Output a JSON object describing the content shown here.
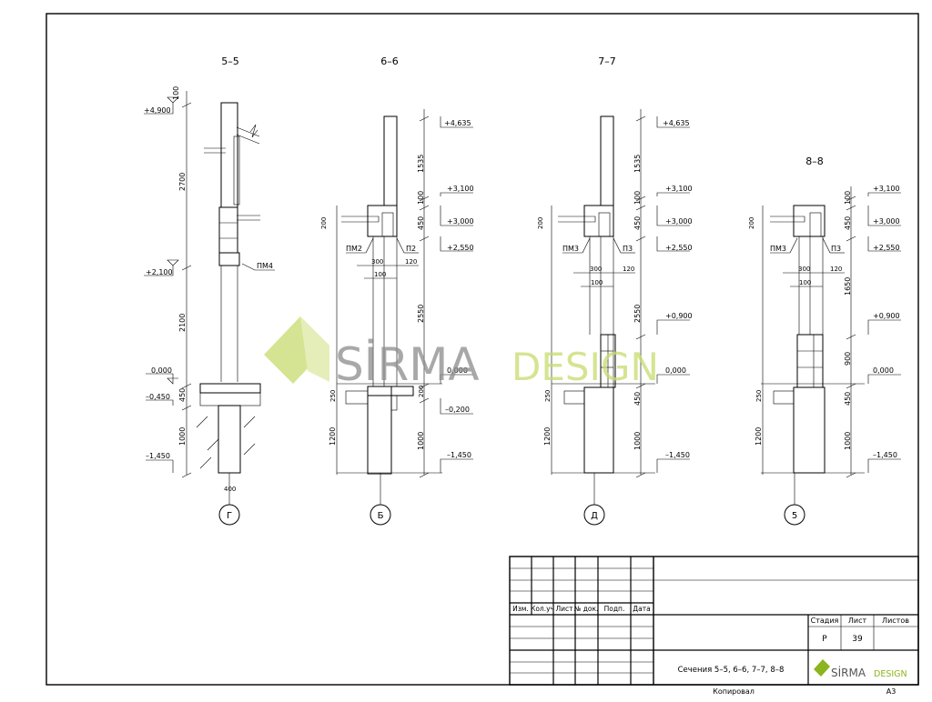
{
  "sections": [
    {
      "title": "5–5",
      "axis": "Г",
      "elements": [
        "ПМ4"
      ],
      "levels": [
        "+4,900",
        "+2,100",
        "0,000",
        "–0,450",
        "–1,450"
      ],
      "dims_left": [
        "100",
        "2700",
        "2100",
        "450",
        "1000"
      ],
      "dims_bottom": [
        "400"
      ]
    },
    {
      "title": "6–6",
      "axis": "Б",
      "elements": [
        "ПМ2",
        "П2"
      ],
      "levels": [
        "+4,635",
        "+3,100",
        "+3,000",
        "+2,550",
        "0,000",
        "–0,200",
        "–1,450"
      ],
      "dims_right": [
        "1535",
        "100",
        "450",
        "2550",
        "200",
        "1000"
      ],
      "dims_left": [
        "200",
        "250",
        "1200"
      ],
      "dims_bottom": [
        "300",
        "120",
        "100"
      ]
    },
    {
      "title": "7–7",
      "axis": "Д",
      "elements": [
        "ПМ3",
        "П3"
      ],
      "levels": [
        "+4,635",
        "+3,100",
        "+3,000",
        "+2,550",
        "+0,900",
        "0,000",
        "–1,450"
      ],
      "dims_right": [
        "1535",
        "100",
        "450",
        "2550",
        "450",
        "1000"
      ],
      "dims_left": [
        "200",
        "250",
        "1200"
      ],
      "dims_bottom": [
        "300",
        "120",
        "100"
      ]
    },
    {
      "title": "8–8",
      "axis": "5",
      "elements": [
        "ПМ3",
        "П3"
      ],
      "levels": [
        "+3,100",
        "+3,000",
        "+2,550",
        "+0,900",
        "0,000",
        "–1,450"
      ],
      "dims_right": [
        "100",
        "450",
        "1650",
        "900",
        "450",
        "1000"
      ],
      "dims_left": [
        "200",
        "250",
        "1200"
      ],
      "dims_bottom": [
        "300",
        "120",
        "100"
      ]
    }
  ],
  "watermark": {
    "word1": "SİRMA",
    "word2": "DESIGN"
  },
  "title_block": {
    "headers": [
      "Изм.",
      "Кол.уч",
      "Лист",
      "№ док.",
      "Подп.",
      "Дата"
    ],
    "stage_label": "Стадия",
    "sheet_label": "Лист",
    "sheets_label": "Листов",
    "stage_value": "Р",
    "sheet_value": "39",
    "sheets_value": "",
    "drawing_title": "Сечения 5–5, 6–6, 7–7, 8–8",
    "logo_word1": "SİRMA",
    "logo_word2": "DESIGN"
  },
  "footer": {
    "copied": "Копировал",
    "format": "А3"
  },
  "colors": {
    "line": "#000000",
    "watermark_green": "#c8dc6e",
    "watermark_gray": "#8c8c8c",
    "logo_green": "#8cb41e"
  }
}
